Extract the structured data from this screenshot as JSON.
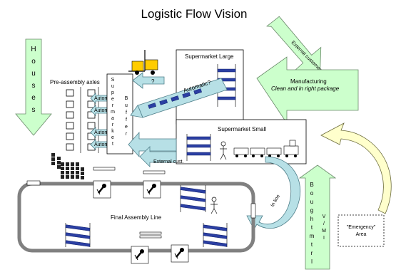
{
  "title": "Logistic Flow Vision",
  "houses_letters": [
    "H",
    "o",
    "u",
    "s",
    "e",
    "s"
  ],
  "pre_assembly_label": "Pre-assembly axles",
  "automatic_box_label": "Automatic",
  "supermarket_buffer_letters": [
    "S",
    "u",
    "p",
    "e",
    "r",
    "m",
    "a",
    "r",
    "k",
    "e",
    "t"
  ],
  "buffer_letters": [
    "B",
    "u",
    "f",
    "f",
    "e",
    "r"
  ],
  "supermarket_large_label": "Supermarket Large",
  "supermarket_small_label": "Supermarket Small",
  "automatic_question": "Automatic?",
  "forklift_question": "?",
  "external_customer_label": "External customer",
  "manufacturing_label": "Manufacturing",
  "manufacturing_sub": "Clean and in right package",
  "external_cust_label": "External cust.",
  "final_assembly_label": "Final Assembly Line",
  "in_line_label": "In line",
  "bought_mtrl_letters": [
    "B",
    "o",
    "u",
    "g",
    "h",
    "t",
    "m",
    "t",
    "r",
    "l"
  ],
  "vmi_letters": [
    "V",
    "/",
    "M",
    "I"
  ],
  "emergency_label": "\"Emergency\"",
  "area_label": "Area",
  "colors": {
    "green_arrow": "#ccffcc",
    "teal_arrow": "#b7e0e6",
    "yellow_arrow": "#ffffcc",
    "rack_blue": "#2b3fa3",
    "line_gray": "#808080"
  },
  "icons": [
    "forklift-icon",
    "robot-icon",
    "person-icon",
    "truck-icon",
    "rack-icon"
  ]
}
